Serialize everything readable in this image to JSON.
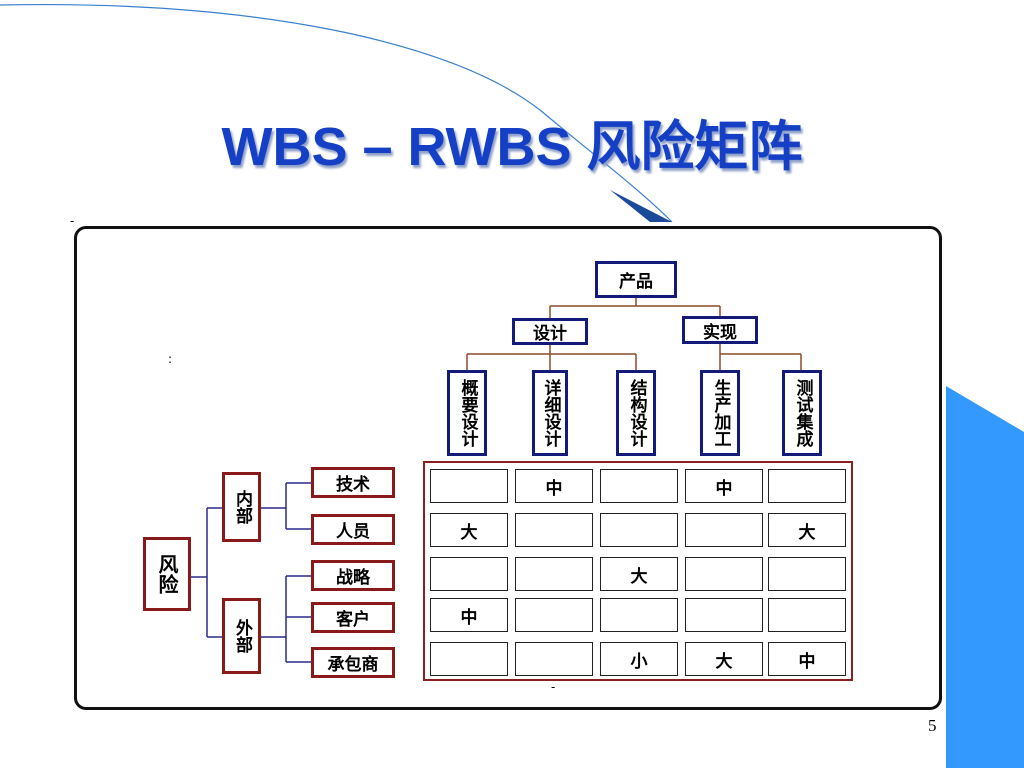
{
  "slide": {
    "title": "WBS – RWBS 风险矩阵",
    "page_number": "5",
    "stray_marks": [
      ":",
      "-",
      "-"
    ]
  },
  "wbs": {
    "root": "产品",
    "level1": [
      "设计",
      "实现"
    ],
    "level2": [
      "概要设计",
      "详细设计",
      "结构设计",
      "生产加工",
      "测试集成"
    ]
  },
  "rbs": {
    "root": "风险",
    "groups": [
      "内部",
      "外部"
    ],
    "items": [
      "技术",
      "人员",
      "战略",
      "客户",
      "承包商"
    ]
  },
  "matrix": {
    "rows": [
      [
        "",
        "中",
        "",
        "中",
        ""
      ],
      [
        "大",
        "",
        "",
        "",
        "大"
      ],
      [
        "",
        "",
        "大",
        "",
        ""
      ],
      [
        "中",
        "",
        "",
        "",
        ""
      ],
      [
        "",
        "",
        "小",
        "大",
        "中"
      ]
    ]
  },
  "colors": {
    "title": "#1540c6",
    "wbs_border": "#141a7a",
    "rbs_border": "#8a1a1a",
    "connector_wbs": "#8a4a2a",
    "connector_rbs": "#2a2a8a",
    "accent_blue": "#3399ff"
  }
}
